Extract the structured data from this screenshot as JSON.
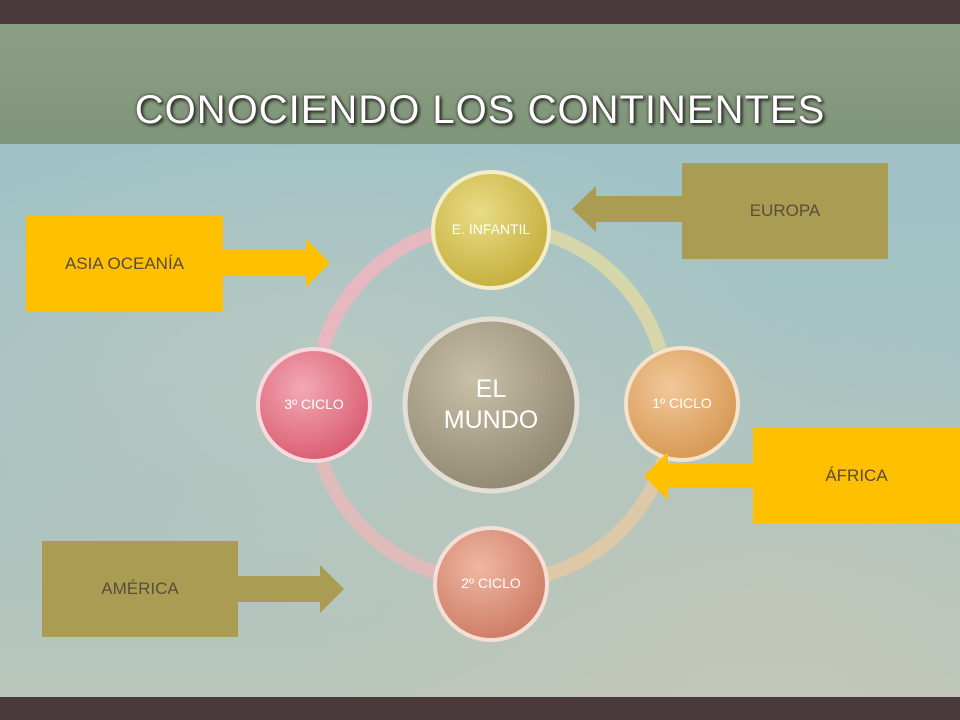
{
  "slide": {
    "title": "CONOCIENDO LOS CONTINENTES"
  },
  "diagram": {
    "center": "EL MUNDO",
    "cycle_nodes": [
      {
        "label": "E. INFANTIL",
        "color": "#d4c24c"
      },
      {
        "label": "1º CICLO",
        "color": "#dca661"
      },
      {
        "label": "2º CICLO",
        "color": "#d58a72"
      },
      {
        "label": "3º CICLO",
        "color": "#de6b7c"
      }
    ],
    "callouts": [
      {
        "label": "EUROPA",
        "color": "#aa9c52"
      },
      {
        "label": "ÁFRICA",
        "color": "#ffc000"
      },
      {
        "label": "AMÉRICA",
        "color": "#aa9c52"
      },
      {
        "label": "ASIA OCEANÍA",
        "color": "#ffc000"
      }
    ]
  },
  "colors": {
    "frame": "#4a3a3b",
    "title_band": "#869a7f",
    "gold_box": "#ffc000",
    "olive_box": "#aa9c52"
  }
}
